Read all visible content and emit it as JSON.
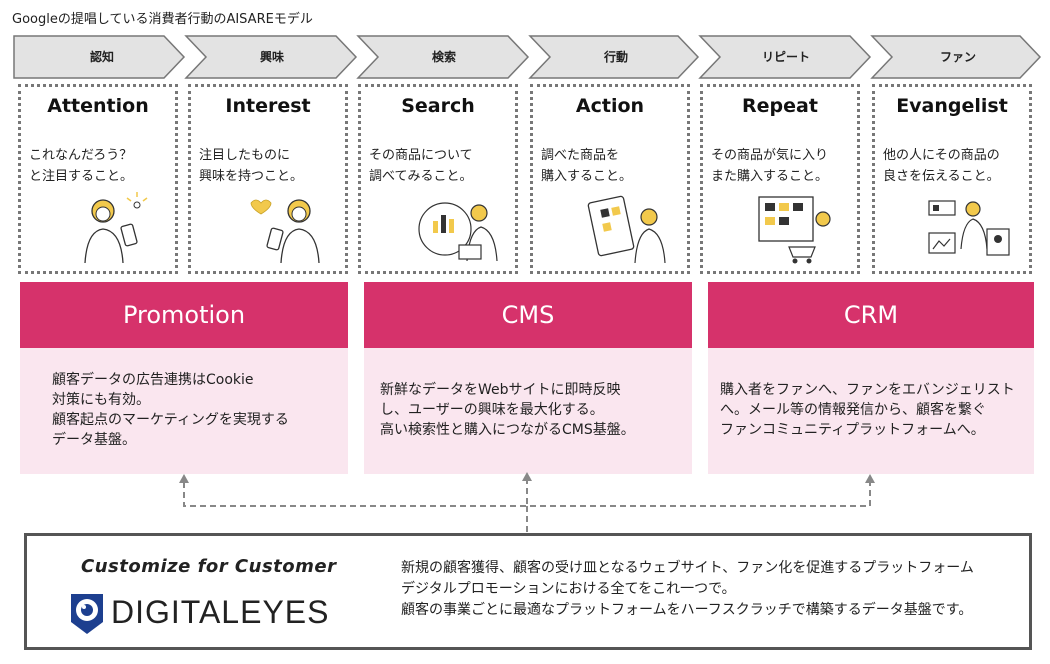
{
  "title": "Googleの提唱している消費者行動のAISAREモデル",
  "stages": [
    {
      "label": "認知",
      "title": "Attention",
      "desc": "これなんだろう？\nと注目すること。",
      "illustration": "person-noticing-phone-icon"
    },
    {
      "label": "興味",
      "title": "Interest",
      "desc": "注目したものに\n興味を持つこと。",
      "illustration": "person-heart-phone-icon"
    },
    {
      "label": "検索",
      "title": "Search",
      "desc": "その商品について\n調べてみること。",
      "illustration": "person-searching-laptop-icon"
    },
    {
      "label": "行動",
      "title": "Action",
      "desc": "調べた商品を\n購入すること。",
      "illustration": "person-buying-online-icon"
    },
    {
      "label": "リピート",
      "title": "Repeat",
      "desc": "その商品が気に入り\nまた購入すること。",
      "illustration": "person-shopping-cart-icon"
    },
    {
      "label": "ファン",
      "title": "Evangelist",
      "desc": "他の人にその商品の\n良さを伝えること。",
      "illustration": "person-sharing-icon"
    }
  ],
  "groups": [
    {
      "name": "Promotion",
      "desc": "顧客データの広告連携はCookie\n対策にも有効。\n顧客起点のマーケティングを実現する\nデータ基盤。"
    },
    {
      "name": "CMS",
      "desc": "新鮮なデータをWebサイトに即時反映\nし、ユーザーの興味を最大化する。\n高い検索性と購入につながるCMS基盤。"
    },
    {
      "name": "CRM",
      "desc": "購入者をファンへ、ファンをエバンジェリスト\nへ。メール等の情報発信から、顧客を繋ぐ\nファンコミュニティプラットフォームへ。"
    }
  ],
  "footer": {
    "tagline": "Customize for Customer",
    "logo_text": "DIGITALEYES",
    "desc": "新規の顧客獲得、顧客の受け皿となるウェブサイト、ファン化を促進するプラットフォーム\nデジタルプロモーションにおける全てをこれ一つで。\n顧客の事業ごとに最適なプラットフォームをハーフスクラッチで構築するデータ基盤です。"
  },
  "colors": {
    "accent": "#d6326b",
    "accent_light": "#fae6ef",
    "arrow_fill": "#e3e3e3",
    "logo_blue": "#1d3f8f"
  }
}
